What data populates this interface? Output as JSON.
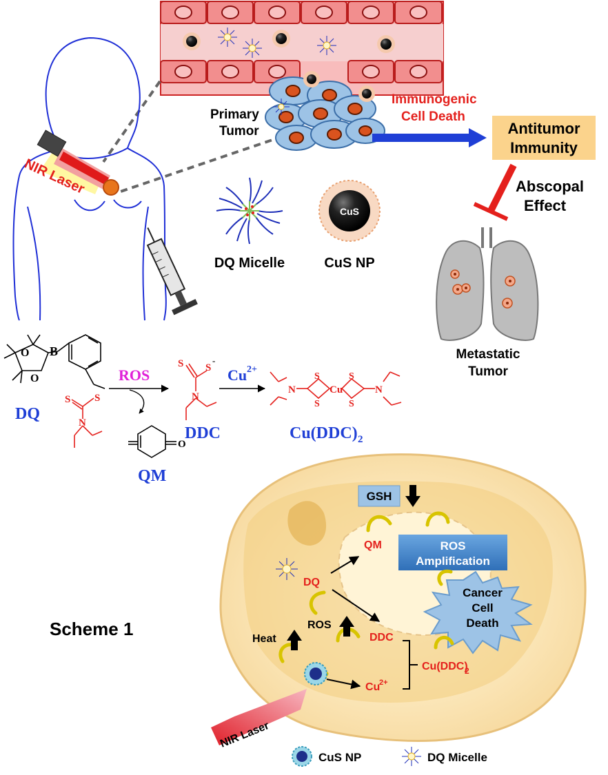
{
  "labels": {
    "primary_tumor_1": "Primary",
    "primary_tumor_2": "Tumor",
    "icd_1": "Immunogenic",
    "icd_2": "Cell Death",
    "antitumor_1": "Antitumor",
    "antitumor_2": "Immunity",
    "abscopal_1": "Abscopal",
    "abscopal_2": "Effect",
    "metastatic_1": "Metastatic",
    "metastatic_2": "Tumor",
    "nir_laser_top": "NIR Laser",
    "nir_laser_bottom": "NIR Laser",
    "dq_micelle": "DQ Micelle",
    "cus_np": "CuS NP",
    "cus_mark": "CuS",
    "scheme": "Scheme 1"
  },
  "chem": {
    "dq": "DQ",
    "ros": "ROS",
    "cu2": "Cu",
    "cu2_sup": "2+",
    "ddc": "DDC",
    "qm": "QM",
    "cuddc": "Cu(DDC)",
    "cuddc_sub": "2",
    "b": "B",
    "o1": "O",
    "o2": "O",
    "o3": "O",
    "s1": "S",
    "s2": "S",
    "s3": "S",
    "s3_sup": "-",
    "n1": "N",
    "n2": "N",
    "cu_atom": "Cu",
    "cs1": "S",
    "cs2": "S",
    "cs3": "S",
    "cs4": "S",
    "cn1": "N",
    "cn2": "N",
    "s4": "S"
  },
  "cell": {
    "gsh": "GSH",
    "qm": "QM",
    "ros_amp_1": "ROS",
    "ros_amp_2": "Amplification",
    "dq": "DQ",
    "ros": "ROS",
    "heat": "Heat",
    "ddc": "DDC",
    "cuddc": "Cu(DDC)",
    "cuddc_sub": "2",
    "cu2": "Cu",
    "cu2_sup": "2+",
    "cancer_1": "Cancer",
    "cancer_2": "Cell",
    "cancer_3": "Death"
  },
  "legend": {
    "cus_np": "CuS NP",
    "dq_micelle": "DQ Micelle"
  },
  "colors": {
    "red": "#e4201c",
    "blue": "#1f3fd6",
    "navy": "#1e2fb8",
    "magenta": "#e020d8",
    "vessel": "#f4a6a6",
    "cellblue": "#9dc3e6",
    "orange": "#d9531e",
    "gold": "#fbd38c"
  }
}
